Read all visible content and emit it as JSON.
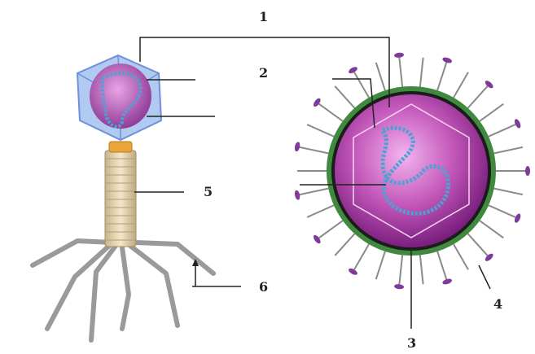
{
  "labels": [
    "1",
    "2",
    "3",
    "4",
    "5",
    "6"
  ],
  "colors": {
    "capsid_face": "#a9c4ef",
    "capsid_edge": "#6f8fd8",
    "dna": "#4aa3d4",
    "head_inner": "#b35ab8",
    "tail": "#e8d7b5",
    "collar": "#e7a53a",
    "fibers": "#9a9a9a",
    "virion_core": "#8d2c8f",
    "envelope": "#1c1c1c",
    "membrane_green": "#3f8a3f",
    "spike_knob": "#7d3c9c",
    "leader": "#222222"
  }
}
